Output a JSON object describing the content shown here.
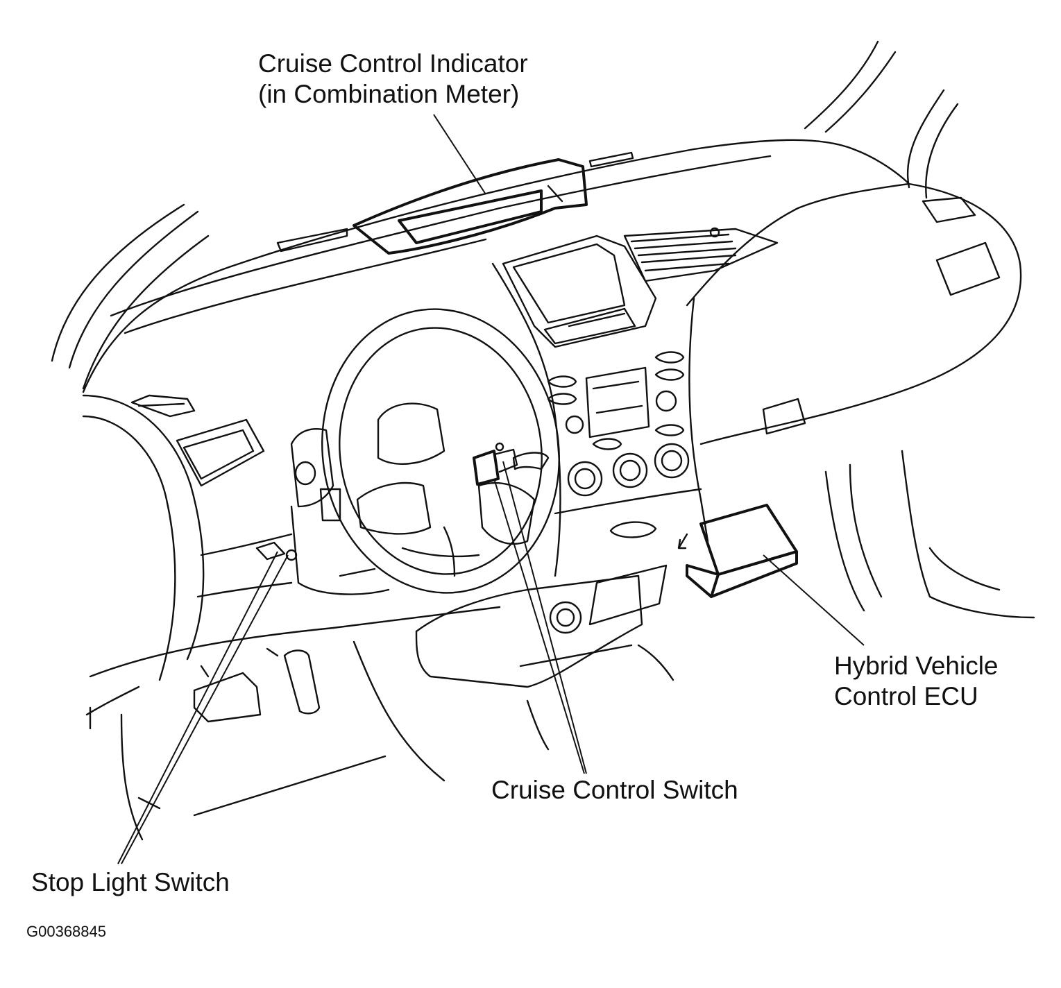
{
  "labels": {
    "indicator_line1": "Cruise Control Indicator",
    "indicator_line2": "(in Combination Meter)",
    "ecu_line1": "Hybrid Vehicle",
    "ecu_line2": "Control ECU",
    "cruise_switch": "Cruise Control Switch",
    "stop_switch": "Stop Light Switch"
  },
  "figure_code": "G00368845",
  "colors": {
    "line": "#111111",
    "background": "#ffffff"
  }
}
